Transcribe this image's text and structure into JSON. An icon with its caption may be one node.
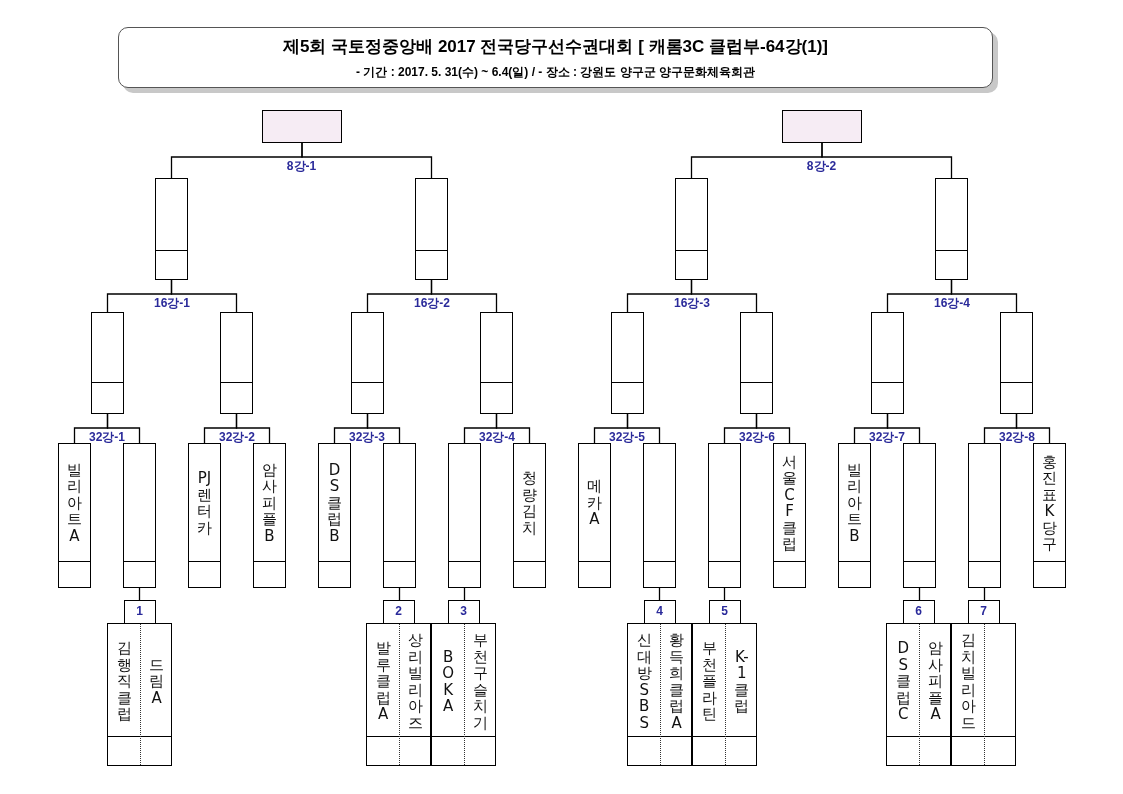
{
  "diagram": {
    "title": "제5회 국토정중앙배 2017 전국당구선수권대회 [ 캐롬3C 클럽부-64강(1)]",
    "nodes": [
      {
        "text": [],
        "shape": "box"
      },
      {
        "text": [],
        "shape": "box"
      },
      {
        "text": [],
        "shape": "box"
      },
      {
        "text": [],
        "shape": "box"
      },
      {
        "text": [],
        "shape": "box"
      },
      {
        "text": [],
        "shape": "box"
      },
      {
        "text": [],
        "shape": "box"
      },
      {
        "text": [],
        "shape": "box"
      },
      {
        "text": [],
        "shape": "box"
      },
      {
        "text": [],
        "shape": "box"
      },
      {
        "text": [],
        "shape": "box"
      },
      {
        "text": [],
        "shape": "box"
      },
      {
        "text": [],
        "shape": "box"
      },
      {
        "text": [],
        "shape": "box"
      },
      {
        "text": [
          "빌리아트A"
        ]
      },
      {
        "text": [],
        "shape": "box"
      },
      {
        "text": [
          "PJ렌터카"
        ]
      },
      {
        "text": [
          "암사피플B"
        ]
      },
      {
        "text": [
          "DS클럽B"
        ]
      },
      {
        "text": [],
        "shape": "box"
      },
      {
        "text": [],
        "shape": "box"
      },
      {
        "text": [
          "청량김치"
        ]
      },
      {
        "text": [
          "메카A"
        ]
      },
      {
        "text": [],
        "shape": "box"
      },
      {
        "text": [],
        "shape": "box"
      },
      {
        "text": [
          "서울CF클럽"
        ]
      },
      {
        "text": [
          "빌리아트B"
        ]
      },
      {
        "text": [],
        "shape": "box"
      },
      {
        "text": [],
        "shape": "box"
      },
      {
        "text": [
          "홍진표K당구"
        ]
      },
      {
        "text": [
          "김행직클럽",
          "드림A"
        ],
        "beside": [
          "1"
        ]
      },
      {
        "text": [
          "발루클럽A",
          "상리빌리아즈"
        ],
        "beside": [
          "2"
        ]
      },
      {
        "text": [
          "BOK A",
          "부천구슬치기"
        ],
        "beside": [
          "3"
        ]
      },
      {
        "text": [
          "신대방SBS",
          "황득희클럽A"
        ],
        "beside": [
          "4"
        ]
      },
      {
        "text": [
          "부천플라틴",
          "K-1클럽"
        ],
        "beside": [
          "5"
        ]
      },
      {
        "text": [
          "DS클럽C",
          "암사피플A"
        ],
        "beside": [
          "6"
        ]
      },
      {
        "text": [
          "김치빌리아드"
        ],
        "beside": [
          "7"
        ]
      }
    ],
    "edges": [
      {
        "from": 2,
        "to": 0,
        "arrow": "none"
      },
      {
        "from": 3,
        "to": 0,
        "arrow": "none"
      },
      {
        "from": 4,
        "to": 1,
        "arrow": "none"
      },
      {
        "from": 5,
        "to": 1,
        "arrow": "none"
      },
      {
        "from": 6,
        "to": 2,
        "arrow": "none"
      },
      {
        "from": 7,
        "to": 2,
        "arrow": "none"
      },
      {
        "from": 8,
        "to": 3,
        "arrow": "none"
      },
      {
        "from": 9,
        "to": 3,
        "arrow": "none"
      },
      {
        "from": 10,
        "to": 4,
        "arrow": "none"
      },
      {
        "from": 11,
        "to": 4,
        "arrow": "none"
      },
      {
        "from": 12,
        "to": 5,
        "arrow": "none"
      },
      {
        "from": 13,
        "to": 5,
        "arrow": "none"
      },
      {
        "from": 14,
        "to": 6,
        "arrow": "none"
      },
      {
        "from": 15,
        "to": 6,
        "arrow": "none"
      },
      {
        "from": 16,
        "to": 7,
        "arrow": "none"
      },
      {
        "from": 17,
        "to": 7,
        "arrow": "none"
      },
      {
        "from": 18,
        "to": 8,
        "arrow": "none"
      },
      {
        "from": 19,
        "to": 8,
        "arrow": "none"
      },
      {
        "from": 20,
        "to": 9,
        "arrow": "none"
      },
      {
        "from": 21,
        "to": 9,
        "arrow": "none"
      },
      {
        "from": 22,
        "to": 10,
        "arrow": "none"
      },
      {
        "from": 23,
        "to": 10,
        "arrow": "none"
      },
      {
        "from": 24,
        "to": 11,
        "arrow": "none"
      },
      {
        "from": 25,
        "to": 11,
        "arrow": "none"
      },
      {
        "from": 26,
        "to": 12,
        "arrow": "none"
      },
      {
        "from": 27,
        "to": 12,
        "arrow": "none"
      },
      {
        "from": 28,
        "to": 13,
        "arrow": "none"
      },
      {
        "from": 29,
        "to": 13,
        "arrow": "none"
      },
      {
        "from": 30,
        "to": 15,
        "arrow": "none"
      },
      {
        "from": 31,
        "to": 19,
        "arrow": "none"
      },
      {
        "from": 32,
        "to": 20,
        "arrow": "none"
      },
      {
        "from": 33,
        "to": 23,
        "arrow": "none"
      },
      {
        "from": 34,
        "to": 24,
        "arrow": "none"
      },
      {
        "from": 35,
        "to": 27,
        "arrow": "none"
      },
      {
        "from": 36,
        "to": 28,
        "arrow": "none"
      }
    ],
    "labels": [
      "- 기간 : 2017. 5. 31(수) ~ 6.4(일) / - 장소 : 강원도 양구군 양구문화체육회관",
      "8강-1",
      "8강-2",
      "16강-1",
      "16강-2",
      "16강-3",
      "16강-4",
      "32강-1",
      "32강-2",
      "32강-3",
      "32강-4",
      "32강-5",
      "32강-6",
      "32강-7",
      "32강-8"
    ]
  }
}
